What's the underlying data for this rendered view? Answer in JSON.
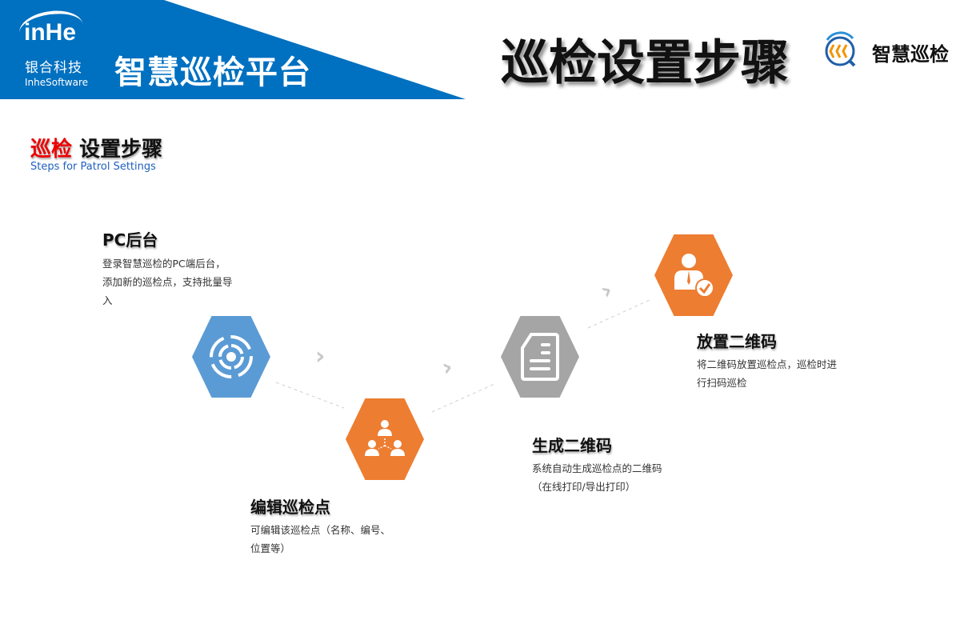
{
  "header": {
    "logo": {
      "brand": "inHe",
      "name_cn": "银合科技",
      "name_en": "InheSoftware"
    },
    "platform_title": "智慧巡检平台",
    "main_title": "巡检设置步骤",
    "product_logo_text": "智慧巡检"
  },
  "section": {
    "title_highlight": "巡检",
    "title_rest": " 设置步骤",
    "subtitle": "Steps for Patrol Settings"
  },
  "colors": {
    "blue": "#5b9bd5",
    "orange": "#ed7d31",
    "gray": "#a5a5a5",
    "header_blue": "#0070c0",
    "highlight_red": "#e00000"
  },
  "steps": [
    {
      "title": "PC后台",
      "desc": [
        "登录智慧巡检的PC端后台，",
        "添加新的巡检点，支持批量导",
        "入"
      ],
      "icon": "target-icon",
      "color": "blue"
    },
    {
      "title": "编辑巡检点",
      "desc": [
        "可编辑该巡检点（名称、编号、",
        "位置等）"
      ],
      "icon": "team-icon",
      "color": "orange"
    },
    {
      "title": "生成二维码",
      "desc": [
        "系统自动生成巡检点的二维码",
        "（在线打印/导出打印）"
      ],
      "icon": "document-icon",
      "color": "gray"
    },
    {
      "title": "放置二维码",
      "desc": [
        "将二维码放置巡检点，巡检时进",
        "行扫码巡检"
      ],
      "icon": "user-check-icon",
      "color": "orange"
    }
  ]
}
